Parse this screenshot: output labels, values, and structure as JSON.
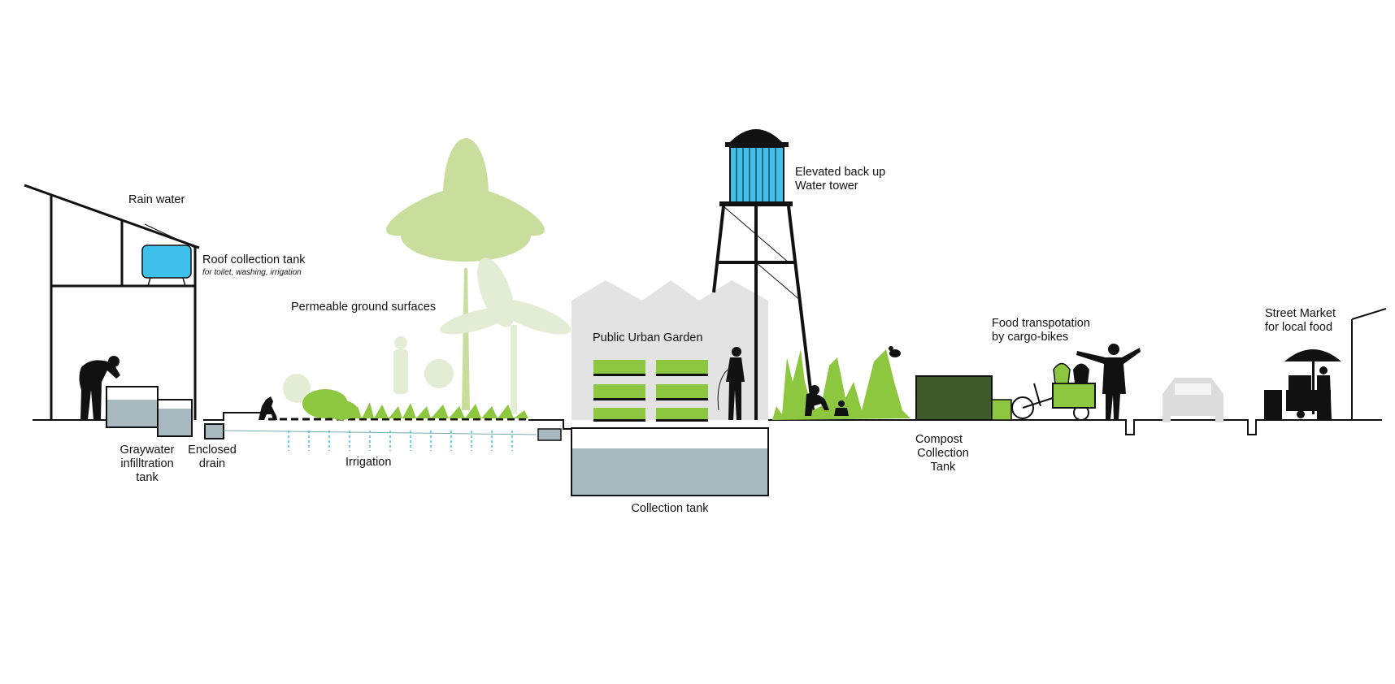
{
  "labels": {
    "rain_water": "Rain water",
    "roof_tank_title": "Roof collection tank",
    "roof_tank_note": "for toilet, washing, irrigation",
    "permeable": "Permeable ground surfaces",
    "garden": "Public Urban Garden",
    "tower_line1": "Elevated back up",
    "tower_line2": "Water tower",
    "food_line1": "Food transpotation",
    "food_line2": "by cargo-bikes",
    "market_line1": "Street Market",
    "market_line2": "for local food",
    "graywater_line1": "Graywater",
    "graywater_line2": "infilltration",
    "graywater_line3": "tank",
    "drain_line1": "Enclosed",
    "drain_line2": "drain",
    "irrigation": "Irrigation",
    "collection_tank": "Collection tank",
    "compost_line1": "Compost",
    "compost_line2": "Collection",
    "compost_line3": "Tank"
  },
  "colors": {
    "water_blue": "#3fc0ea",
    "tank_water": "#a8b8bf",
    "plant_light": "#c9de9c",
    "plant_green": "#8dc63f",
    "compost_dark": "#3e5a2b",
    "building_gray": "#e3e3e3",
    "car_gray": "#dcdcdc",
    "outline": "#111111"
  },
  "icons": [
    "person-icon",
    "dog-icon",
    "palm-tree-icon",
    "banana-tree-icon",
    "water-tower-icon",
    "cargo-bike-icon",
    "car-icon",
    "umbrella-icon",
    "chicken-icon"
  ]
}
